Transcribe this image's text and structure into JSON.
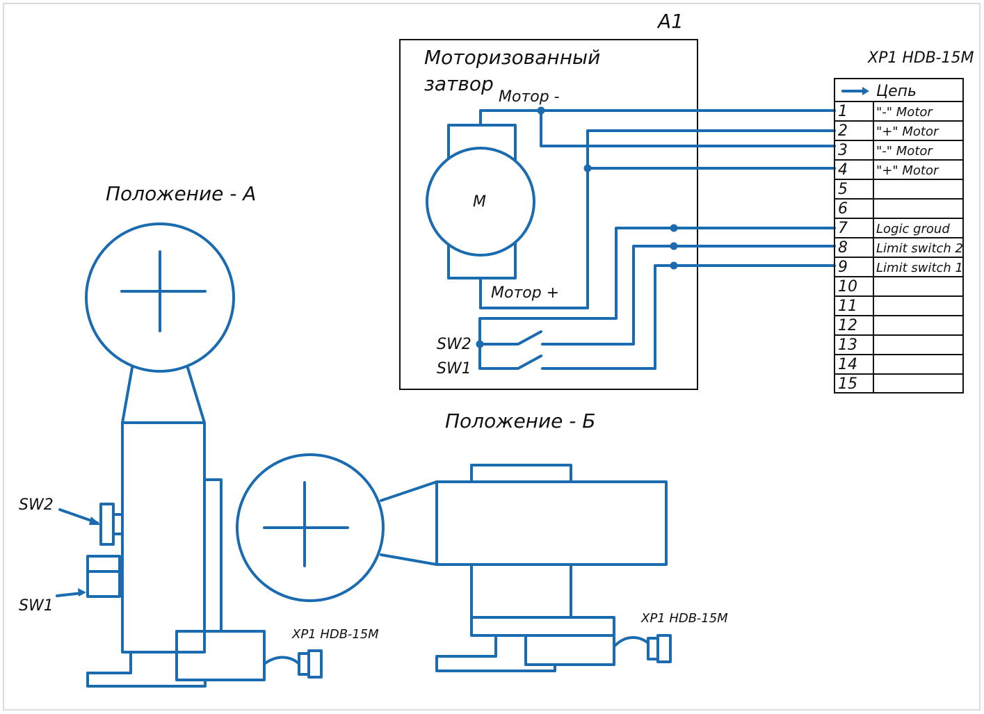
{
  "module": {
    "designator": "A1",
    "title_line1": "Моторизованный",
    "title_line2": "затвор",
    "motor_minus": "Мотор -",
    "motor_plus": "Мотор +",
    "motor_symbol": "M",
    "sw2": "SW2",
    "sw1": "SW1"
  },
  "connector": {
    "title": "XP1  HDB-15M",
    "header_label": "Цепь",
    "pins": [
      {
        "num": "1",
        "signal": "\"-\" Motor"
      },
      {
        "num": "2",
        "signal": "\"+\" Motor"
      },
      {
        "num": "3",
        "signal": "\"-\" Motor"
      },
      {
        "num": "4",
        "signal": "\"+\" Motor"
      },
      {
        "num": "5",
        "signal": ""
      },
      {
        "num": "6",
        "signal": ""
      },
      {
        "num": "7",
        "signal": "Logic groud"
      },
      {
        "num": "8",
        "signal": "Limit switch 2"
      },
      {
        "num": "9",
        "signal": "Limit switch 1"
      },
      {
        "num": "10",
        "signal": ""
      },
      {
        "num": "11",
        "signal": ""
      },
      {
        "num": "12",
        "signal": ""
      },
      {
        "num": "13",
        "signal": ""
      },
      {
        "num": "14",
        "signal": ""
      },
      {
        "num": "15",
        "signal": ""
      }
    ]
  },
  "position_a": {
    "label": "Положение - А",
    "sw2": "SW2",
    "sw1": "SW1",
    "connector": "XP1  HDB-15M"
  },
  "position_b": {
    "label": "Положение - Б",
    "connector": "XP1  HDB-15M"
  },
  "colors": {
    "line": "#1a6bb0",
    "frame": "#111111"
  }
}
